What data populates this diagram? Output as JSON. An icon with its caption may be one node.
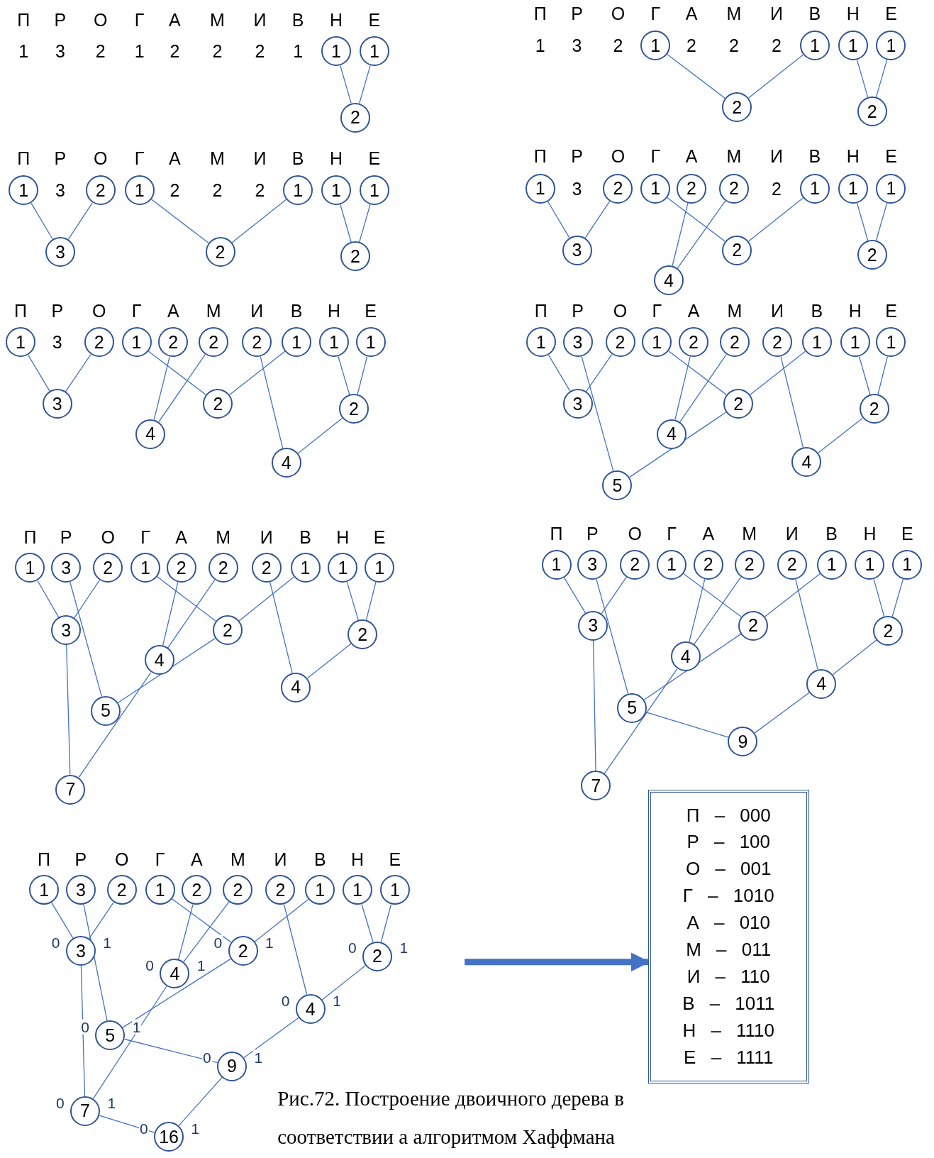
{
  "diagram": {
    "caption": "Рис.72. Построение двоичного дерева в соответствии а алгоритмом Хаффмана",
    "nodes": [
      {
        "text": [
          "1"
        ]
      },
      {
        "text": [
          "1"
        ]
      },
      {
        "text": [
          "2"
        ]
      },
      {
        "text": [
          "1"
        ]
      },
      {
        "text": [
          "1"
        ]
      },
      {
        "text": [
          "1"
        ]
      },
      {
        "text": [
          "1"
        ]
      },
      {
        "text": [
          "2"
        ]
      },
      {
        "text": [
          "2"
        ]
      },
      {
        "text": [
          "1"
        ]
      },
      {
        "text": [
          "2"
        ]
      },
      {
        "text": [
          "1"
        ]
      },
      {
        "text": [
          "1"
        ]
      },
      {
        "text": [
          "1"
        ]
      },
      {
        "text": [
          "1"
        ]
      },
      {
        "text": [
          "3"
        ]
      },
      {
        "text": [
          "2"
        ]
      },
      {
        "text": [
          "2"
        ]
      },
      {
        "text": [
          "1"
        ]
      },
      {
        "text": [
          "2"
        ]
      },
      {
        "text": [
          "1"
        ]
      },
      {
        "text": [
          "2"
        ]
      },
      {
        "text": [
          "2"
        ]
      },
      {
        "text": [
          "1"
        ]
      },
      {
        "text": [
          "1"
        ]
      },
      {
        "text": [
          "1"
        ]
      },
      {
        "text": [
          "3"
        ]
      },
      {
        "text": [
          "2"
        ]
      },
      {
        "text": [
          "2"
        ]
      },
      {
        "text": [
          "4"
        ]
      },
      {
        "text": [
          "1"
        ]
      },
      {
        "text": [
          "2"
        ]
      },
      {
        "text": [
          "1"
        ]
      },
      {
        "text": [
          "2"
        ]
      },
      {
        "text": [
          "2"
        ]
      },
      {
        "text": [
          "2"
        ]
      },
      {
        "text": [
          "1"
        ]
      },
      {
        "text": [
          "1"
        ]
      },
      {
        "text": [
          "1"
        ]
      },
      {
        "text": [
          "3"
        ]
      },
      {
        "text": [
          "2"
        ]
      },
      {
        "text": [
          "2"
        ]
      },
      {
        "text": [
          "4"
        ]
      },
      {
        "text": [
          "4"
        ]
      },
      {
        "text": [
          "1"
        ]
      },
      {
        "text": [
          "3"
        ]
      },
      {
        "text": [
          "2"
        ]
      },
      {
        "text": [
          "1"
        ]
      },
      {
        "text": [
          "2"
        ]
      },
      {
        "text": [
          "2"
        ]
      },
      {
        "text": [
          "2"
        ]
      },
      {
        "text": [
          "1"
        ]
      },
      {
        "text": [
          "1"
        ]
      },
      {
        "text": [
          "1"
        ]
      },
      {
        "text": [
          "3"
        ]
      },
      {
        "text": [
          "2"
        ]
      },
      {
        "text": [
          "2"
        ]
      },
      {
        "text": [
          "4"
        ]
      },
      {
        "text": [
          "4"
        ]
      },
      {
        "text": [
          "5"
        ]
      },
      {
        "text": [
          "1"
        ]
      },
      {
        "text": [
          "3"
        ]
      },
      {
        "text": [
          "2"
        ]
      },
      {
        "text": [
          "1"
        ]
      },
      {
        "text": [
          "2"
        ]
      },
      {
        "text": [
          "2"
        ]
      },
      {
        "text": [
          "2"
        ]
      },
      {
        "text": [
          "1"
        ]
      },
      {
        "text": [
          "1"
        ]
      },
      {
        "text": [
          "1"
        ]
      },
      {
        "text": [
          "3"
        ]
      },
      {
        "text": [
          "2"
        ]
      },
      {
        "text": [
          "2"
        ]
      },
      {
        "text": [
          "4"
        ]
      },
      {
        "text": [
          "4"
        ]
      },
      {
        "text": [
          "5"
        ]
      },
      {
        "text": [
          "7"
        ]
      },
      {
        "text": [
          "1"
        ]
      },
      {
        "text": [
          "3"
        ]
      },
      {
        "text": [
          "2"
        ]
      },
      {
        "text": [
          "1"
        ]
      },
      {
        "text": [
          "2"
        ]
      },
      {
        "text": [
          "2"
        ]
      },
      {
        "text": [
          "2"
        ]
      },
      {
        "text": [
          "1"
        ]
      },
      {
        "text": [
          "1"
        ]
      },
      {
        "text": [
          "1"
        ]
      },
      {
        "text": [
          "3"
        ]
      },
      {
        "text": [
          "2"
        ]
      },
      {
        "text": [
          "2"
        ]
      },
      {
        "text": [
          "4"
        ]
      },
      {
        "text": [
          "4"
        ]
      },
      {
        "text": [
          "5"
        ]
      },
      {
        "text": [
          "9"
        ]
      },
      {
        "text": [
          "7"
        ]
      },
      {
        "text": [
          "1"
        ]
      },
      {
        "text": [
          "3"
        ]
      },
      {
        "text": [
          "2"
        ]
      },
      {
        "text": [
          "1"
        ]
      },
      {
        "text": [
          "2"
        ]
      },
      {
        "text": [
          "2"
        ]
      },
      {
        "text": [
          "2"
        ]
      },
      {
        "text": [
          "1"
        ]
      },
      {
        "text": [
          "1"
        ]
      },
      {
        "text": [
          "1"
        ]
      },
      {
        "text": [
          "3"
        ]
      },
      {
        "text": [
          "2"
        ]
      },
      {
        "text": [
          "2"
        ]
      },
      {
        "text": [
          "4"
        ]
      },
      {
        "text": [
          "4"
        ]
      },
      {
        "text": [
          "5"
        ]
      },
      {
        "text": [
          "9"
        ]
      },
      {
        "text": [
          "7"
        ]
      },
      {
        "text": [
          "16"
        ]
      },
      {
        "text": [
          "П – 000",
          "Р – 100",
          "О – 001",
          "Г – 1010",
          "А – 010",
          "М – 011",
          "И – 110",
          "В – 1011",
          "Н – 1110",
          "Е – 1111"
        ]
      }
    ],
    "edges": [
      {
        "from": 0,
        "to": 2,
        "arrow": "none"
      },
      {
        "from": 1,
        "to": 2,
        "arrow": "none"
      },
      {
        "from": 3,
        "to": 7,
        "arrow": "none"
      },
      {
        "from": 4,
        "to": 7,
        "arrow": "none"
      },
      {
        "from": 5,
        "to": 8,
        "arrow": "none"
      },
      {
        "from": 6,
        "to": 8,
        "arrow": "none"
      },
      {
        "from": 9,
        "to": 15,
        "arrow": "none"
      },
      {
        "from": 10,
        "to": 15,
        "arrow": "none"
      },
      {
        "from": 11,
        "to": 16,
        "arrow": "none"
      },
      {
        "from": 12,
        "to": 16,
        "arrow": "none"
      },
      {
        "from": 13,
        "to": 17,
        "arrow": "none"
      },
      {
        "from": 14,
        "to": 17,
        "arrow": "none"
      },
      {
        "from": 18,
        "to": 26,
        "arrow": "none"
      },
      {
        "from": 19,
        "to": 26,
        "arrow": "none"
      },
      {
        "from": 20,
        "to": 27,
        "arrow": "none"
      },
      {
        "from": 23,
        "to": 27,
        "arrow": "none"
      },
      {
        "from": 24,
        "to": 28,
        "arrow": "none"
      },
      {
        "from": 25,
        "to": 28,
        "arrow": "none"
      },
      {
        "from": 21,
        "to": 29,
        "arrow": "none"
      },
      {
        "from": 22,
        "to": 29,
        "arrow": "none"
      },
      {
        "from": 30,
        "to": 39,
        "arrow": "none"
      },
      {
        "from": 31,
        "to": 39,
        "arrow": "none"
      },
      {
        "from": 32,
        "to": 40,
        "arrow": "none"
      },
      {
        "from": 36,
        "to": 40,
        "arrow": "none"
      },
      {
        "from": 37,
        "to": 41,
        "arrow": "none"
      },
      {
        "from": 38,
        "to": 41,
        "arrow": "none"
      },
      {
        "from": 33,
        "to": 42,
        "arrow": "none"
      },
      {
        "from": 34,
        "to": 42,
        "arrow": "none"
      },
      {
        "from": 35,
        "to": 43,
        "arrow": "none"
      },
      {
        "from": 41,
        "to": 43,
        "arrow": "none"
      },
      {
        "from": 44,
        "to": 54,
        "arrow": "none"
      },
      {
        "from": 46,
        "to": 54,
        "arrow": "none"
      },
      {
        "from": 47,
        "to": 55,
        "arrow": "none"
      },
      {
        "from": 51,
        "to": 55,
        "arrow": "none"
      },
      {
        "from": 52,
        "to": 56,
        "arrow": "none"
      },
      {
        "from": 53,
        "to": 56,
        "arrow": "none"
      },
      {
        "from": 48,
        "to": 57,
        "arrow": "none"
      },
      {
        "from": 49,
        "to": 57,
        "arrow": "none"
      },
      {
        "from": 50,
        "to": 58,
        "arrow": "none"
      },
      {
        "from": 56,
        "to": 58,
        "arrow": "none"
      },
      {
        "from": 45,
        "to": 59,
        "arrow": "none"
      },
      {
        "from": 55,
        "to": 59,
        "arrow": "none"
      },
      {
        "from": 60,
        "to": 70,
        "arrow": "none"
      },
      {
        "from": 62,
        "to": 70,
        "arrow": "none"
      },
      {
        "from": 63,
        "to": 71,
        "arrow": "none"
      },
      {
        "from": 67,
        "to": 71,
        "arrow": "none"
      },
      {
        "from": 68,
        "to": 72,
        "arrow": "none"
      },
      {
        "from": 69,
        "to": 72,
        "arrow": "none"
      },
      {
        "from": 64,
        "to": 73,
        "arrow": "none"
      },
      {
        "from": 65,
        "to": 73,
        "arrow": "none"
      },
      {
        "from": 66,
        "to": 74,
        "arrow": "none"
      },
      {
        "from": 72,
        "to": 74,
        "arrow": "none"
      },
      {
        "from": 61,
        "to": 75,
        "arrow": "none"
      },
      {
        "from": 71,
        "to": 75,
        "arrow": "none"
      },
      {
        "from": 70,
        "to": 76,
        "arrow": "none"
      },
      {
        "from": 73,
        "to": 76,
        "arrow": "none"
      },
      {
        "from": 77,
        "to": 87,
        "arrow": "none"
      },
      {
        "from": 79,
        "to": 87,
        "arrow": "none"
      },
      {
        "from": 80,
        "to": 88,
        "arrow": "none"
      },
      {
        "from": 84,
        "to": 88,
        "arrow": "none"
      },
      {
        "from": 85,
        "to": 89,
        "arrow": "none"
      },
      {
        "from": 86,
        "to": 89,
        "arrow": "none"
      },
      {
        "from": 81,
        "to": 90,
        "arrow": "none"
      },
      {
        "from": 82,
        "to": 90,
        "arrow": "none"
      },
      {
        "from": 83,
        "to": 91,
        "arrow": "none"
      },
      {
        "from": 89,
        "to": 91,
        "arrow": "none"
      },
      {
        "from": 78,
        "to": 92,
        "arrow": "none"
      },
      {
        "from": 88,
        "to": 92,
        "arrow": "none"
      },
      {
        "from": 92,
        "to": 93,
        "arrow": "none"
      },
      {
        "from": 91,
        "to": 93,
        "arrow": "none"
      },
      {
        "from": 87,
        "to": 94,
        "arrow": "none"
      },
      {
        "from": 90,
        "to": 94,
        "arrow": "none"
      },
      {
        "from": 95,
        "to": 105,
        "arrow": "none",
        "label": "0"
      },
      {
        "from": 97,
        "to": 105,
        "arrow": "none",
        "label": "1"
      },
      {
        "from": 98,
        "to": 106,
        "arrow": "none",
        "label": "0"
      },
      {
        "from": 102,
        "to": 106,
        "arrow": "none",
        "label": "1"
      },
      {
        "from": 103,
        "to": 107,
        "arrow": "none",
        "label": "0"
      },
      {
        "from": 104,
        "to": 107,
        "arrow": "none",
        "label": "1"
      },
      {
        "from": 99,
        "to": 108,
        "arrow": "none",
        "label": "0"
      },
      {
        "from": 100,
        "to": 108,
        "arrow": "none",
        "label": "1"
      },
      {
        "from": 101,
        "to": 109,
        "arrow": "none",
        "label": "0"
      },
      {
        "from": 107,
        "to": 109,
        "arrow": "none",
        "label": "1"
      },
      {
        "from": 96,
        "to": 110,
        "arrow": "none",
        "label": "0"
      },
      {
        "from": 106,
        "to": 110,
        "arrow": "none",
        "label": "1"
      },
      {
        "from": 110,
        "to": 111,
        "arrow": "none",
        "label": "0"
      },
      {
        "from": 109,
        "to": 111,
        "arrow": "none",
        "label": "1"
      },
      {
        "from": 105,
        "to": 112,
        "arrow": "none",
        "label": "0"
      },
      {
        "from": 108,
        "to": 112,
        "arrow": "none",
        "label": "1"
      },
      {
        "from": 112,
        "to": 113,
        "arrow": "none",
        "label": "0"
      },
      {
        "from": 111,
        "to": 113,
        "arrow": "none",
        "label": "1"
      },
      {
        "from": null,
        "to": 114,
        "arrow": "to",
        "style": "thick"
      }
    ],
    "labels": [
      "П",
      "Р",
      "О",
      "Г",
      "А",
      "М",
      "И",
      "В",
      "Н",
      "Е",
      "1",
      "3",
      "2",
      "1",
      "2",
      "2",
      "2",
      "1",
      "П",
      "Р",
      "О",
      "Г",
      "А",
      "М",
      "И",
      "В",
      "Н",
      "Е",
      "1",
      "3",
      "2",
      "2",
      "2",
      "2",
      "П",
      "Р",
      "О",
      "Г",
      "А",
      "М",
      "И",
      "В",
      "Н",
      "Е",
      "3",
      "2",
      "2",
      "2",
      "П",
      "Р",
      "О",
      "Г",
      "А",
      "М",
      "И",
      "В",
      "Н",
      "Е",
      "3",
      "2",
      "П",
      "Р",
      "О",
      "Г",
      "А",
      "М",
      "И",
      "В",
      "Н",
      "Е",
      "3",
      "П",
      "Р",
      "О",
      "Г",
      "А",
      "М",
      "И",
      "В",
      "Н",
      "Е",
      "П",
      "Р",
      "О",
      "Г",
      "А",
      "М",
      "И",
      "В",
      "Н",
      "Е",
      "П",
      "Р",
      "О",
      "Г",
      "А",
      "М",
      "И",
      "В",
      "Н",
      "Е",
      "П",
      "Р",
      "О",
      "Г",
      "А",
      "М",
      "И",
      "В",
      "Н",
      "Е"
    ]
  }
}
